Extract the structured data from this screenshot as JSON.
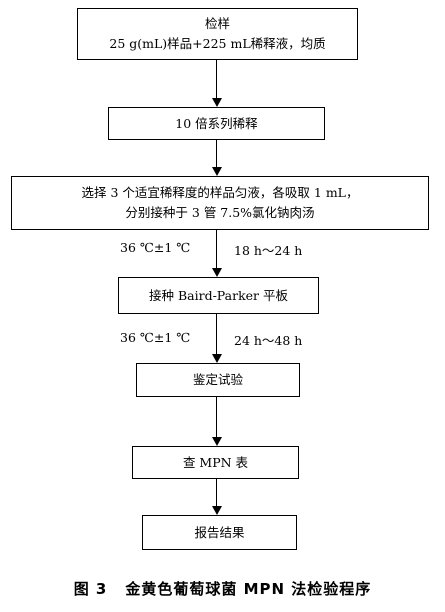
{
  "flow": {
    "step1": {
      "line1": "检样",
      "line2": "25 g(mL)样品+225 mL稀释液，均质"
    },
    "step2": {
      "label": "10 倍系列稀释"
    },
    "step3": {
      "line1": "选择 3 个适宜稀释度的样品匀液，各吸取 1 mL，",
      "line2": "分别接种于 3 管 7.5%氯化钠肉汤"
    },
    "cond1": {
      "temp": "36 ℃±1 ℃",
      "time": "18 h～24 h"
    },
    "step4": {
      "label": "接种 Baird-Parker 平板"
    },
    "cond2": {
      "temp": "36 ℃±1 ℃",
      "time": "24 h～48 h"
    },
    "step5": {
      "label": "鉴定试验"
    },
    "step6": {
      "label": "查 MPN 表"
    },
    "step7": {
      "label": "报告结果"
    }
  },
  "caption": {
    "number": "图 3",
    "title": "金黄色葡萄球菌 MPN 法检验程序"
  }
}
